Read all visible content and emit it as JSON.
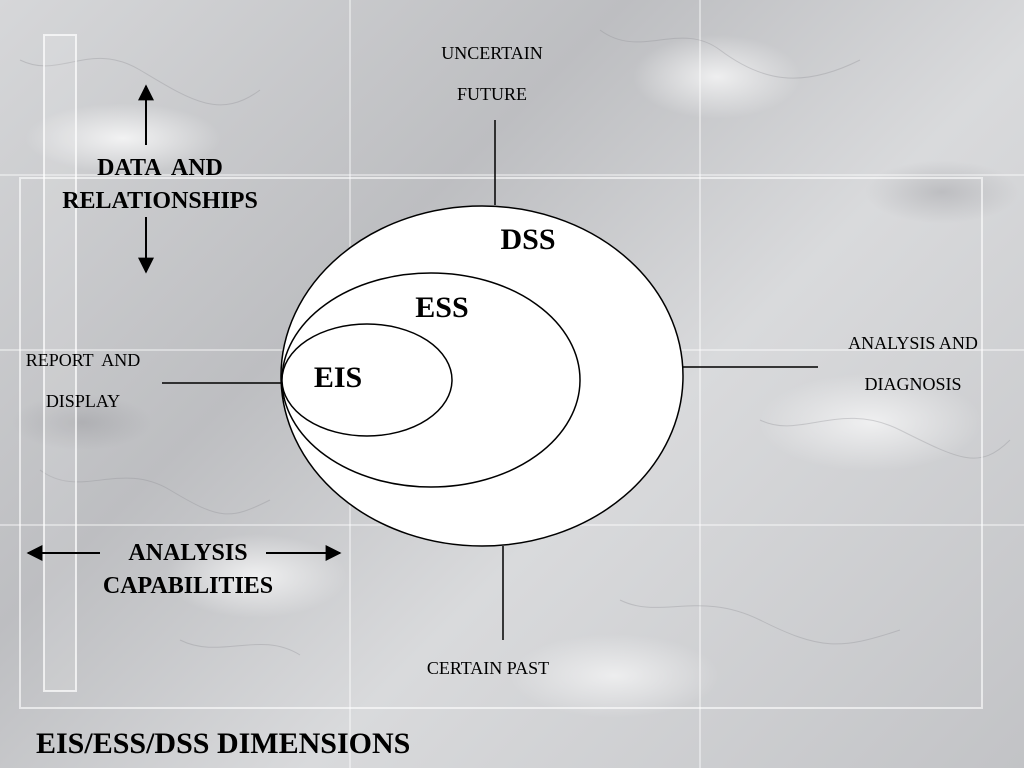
{
  "title": "EIS/ESS/DSS DIMENSIONS",
  "labels": {
    "top": [
      "UNCERTAIN",
      "FUTURE"
    ],
    "bottom": "CERTAIN PAST",
    "left": [
      "REPORT  AND",
      "DISPLAY"
    ],
    "right": [
      "ANALYSIS AND",
      "DIAGNOSIS"
    ],
    "vertical_axis": [
      "DATA  AND",
      "RELATIONSHIPS"
    ],
    "horizontal_axis": [
      "ANALYSIS",
      "CAPABILITIES"
    ]
  },
  "circles": {
    "outer": "DSS",
    "middle": "ESS",
    "inner": "EIS"
  },
  "colors": {
    "circle_fill": "#ffffff",
    "stroke": "#000000"
  }
}
